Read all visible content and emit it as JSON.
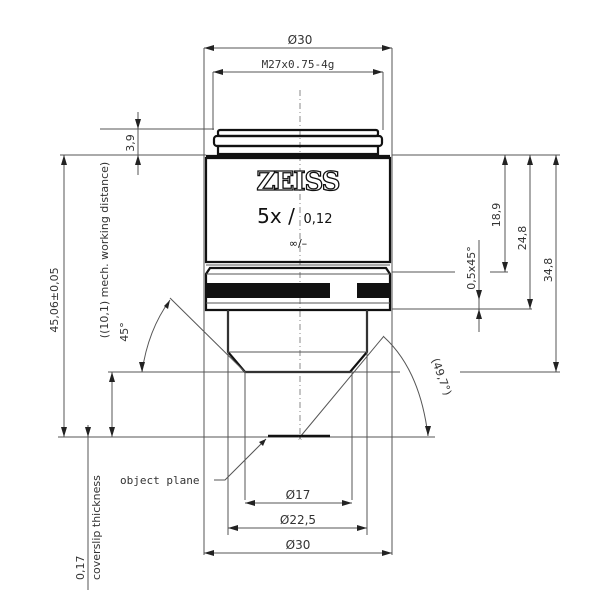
{
  "drawing": {
    "title": "Objective lens dimensional drawing",
    "brand": "ZEISS",
    "magnification": "5x /",
    "numerical_aperture": "0,12",
    "tube_length_coverslip": "∞/–",
    "colors": {
      "line": "#333333",
      "fill_black": "#111111",
      "background": "#ffffff"
    }
  },
  "dimensions": {
    "outer_diameter_top": "Ø30",
    "thread": "M27x0.75-4g",
    "thread_height": "3,9",
    "d_18_9": "18,9",
    "d_24_8": "24,8",
    "d_34_8": "34,8",
    "chamfer": "0,5x45°",
    "parfocal_length": "45,06±0,05",
    "working_distance": "((10,1) mech. working distance)",
    "angle_left": "45°",
    "angle_right": "(49,7°)",
    "coverslip_value": "0,17",
    "coverslip_label": "coverslip thickness",
    "object_plane": "object plane",
    "diameter_17": "Ø17",
    "diameter_22_5": "Ø22,5",
    "outer_diameter_bottom": "Ø30"
  }
}
